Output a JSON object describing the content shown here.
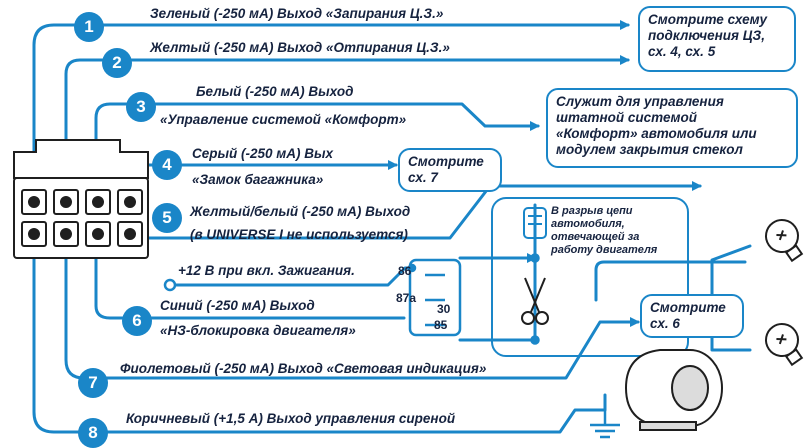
{
  "colors": {
    "wire": "#1a86c8",
    "text": "#16233f",
    "connector": "#1f1f1f"
  },
  "wires": [
    {
      "number": "1",
      "label": "Зеленый (-250 мА) Выход «Запирания Ц.З.»"
    },
    {
      "number": "2",
      "label": "Желтый (-250 мА) Выход «Отпирания Ц.З.»"
    },
    {
      "number": "3",
      "label": "Белый (-250 мА) Выход",
      "label2": "«Управление системой «Комфорт»"
    },
    {
      "number": "4",
      "label": "Серый  (-250 мА) Вых",
      "label2": "«Замок багажника»"
    },
    {
      "number": "5",
      "label": "Желтый/белый (-250 мА) Выход",
      "label2": "(в UNIVERSE I не используется)"
    },
    {
      "number": "6",
      "label": "Синий (-250 мА) Выход",
      "label2": "«НЗ-блокировка двигателя»"
    },
    {
      "number": "7",
      "label": "Фиолетовый (-250 мА) Выход «Световая индикация»"
    },
    {
      "number": "8",
      "label": "Коричневый (+1,5 А) Выход управления сиреной"
    }
  ],
  "ignition_label": "+12 В при вкл. Зажигания.",
  "relay": {
    "pin86": "86",
    "pin87a": "87a",
    "pin30": "30",
    "pin85": "85"
  },
  "boxes": {
    "cz": [
      "Смотрите схему",
      "подключения ЦЗ,",
      "сх. 4, сх. 5"
    ],
    "comfort": [
      "Служит для управления",
      "штатной системой",
      "«Комфорт» автомобиля или",
      "модулем закрытия стекол"
    ],
    "sx7": [
      "Смотрите",
      "сх. 7"
    ],
    "sx6": [
      "Смотрите",
      "сх. 6"
    ]
  },
  "engine_note": [
    "В разрыв цепи",
    "автомобиля,",
    "отвечающей за",
    "работу двигателя"
  ],
  "icons": [
    "connector-icon",
    "spark-plug-icon",
    "scissors-icon",
    "lamp-icon",
    "siren-icon",
    "ground-icon"
  ]
}
